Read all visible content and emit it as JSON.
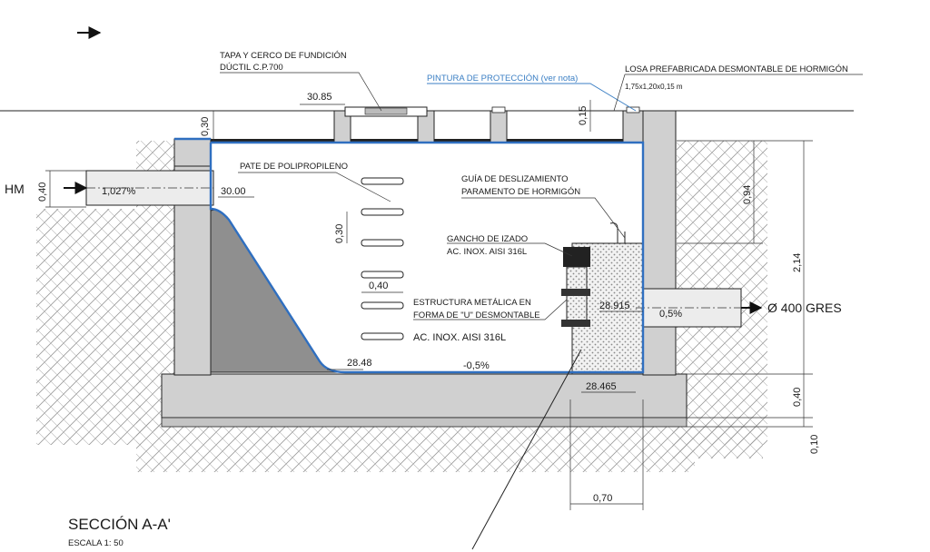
{
  "labels": {
    "tapa_l1": "TAPA Y CERCO DE FUNDICIÓN",
    "tapa_l2": "DÚCTIL C.P.700",
    "pintura": "PINTURA DE PROTECCIÓN (ver nota)",
    "losa_l1": "LOSA PREFABRICADA DESMONTABLE DE HORMIGÓN",
    "losa_l2": "1,75x1,20x0,15 m",
    "pate": "PATE DE POLIPROPILENO",
    "guia_l1": "GUÍA DE DESLIZAMIENTO",
    "guia_l2": "PARAMENTO DE HORMIGÓN",
    "gancho_l1": "GANCHO DE IZADO",
    "gancho_l2": "AC. INOX. AISI 316L",
    "estr_l1": "ESTRUCTURA METÁLICA EN",
    "estr_l2": "FORMA DE \"U\" DESMONTABLE",
    "estr_l3": "AC. INOX. AISI 316L",
    "hm": "HM",
    "gres": "Ø 400 GRES",
    "title": "SECCIÓN A-A'",
    "scale": "ESCALA 1: 50"
  },
  "dimensions": {
    "level_top": "30.85",
    "slab_thick": "0,30",
    "cover_thick": "0,15",
    "pipe_in_dia": "0,40",
    "slope_in": "1,027%",
    "level_in": "30.00",
    "step_spacing": "0,30",
    "step_width": "0,40",
    "level_bottom": "28.48",
    "slope_bottom": "-0,5%",
    "level_outlet": "28.915",
    "slope_out": "0,5%",
    "level_base": "28.465",
    "dim_094": "0,94",
    "dim_214": "2,14",
    "dim_040": "0,40",
    "dim_010": "0,10",
    "dim_070": "0,70"
  },
  "colors": {
    "protection": "#2f6fc0",
    "label_blue": "#3b7fc4",
    "concrete": "#d0d0d0",
    "dark_fill": "#8f8f8f"
  }
}
